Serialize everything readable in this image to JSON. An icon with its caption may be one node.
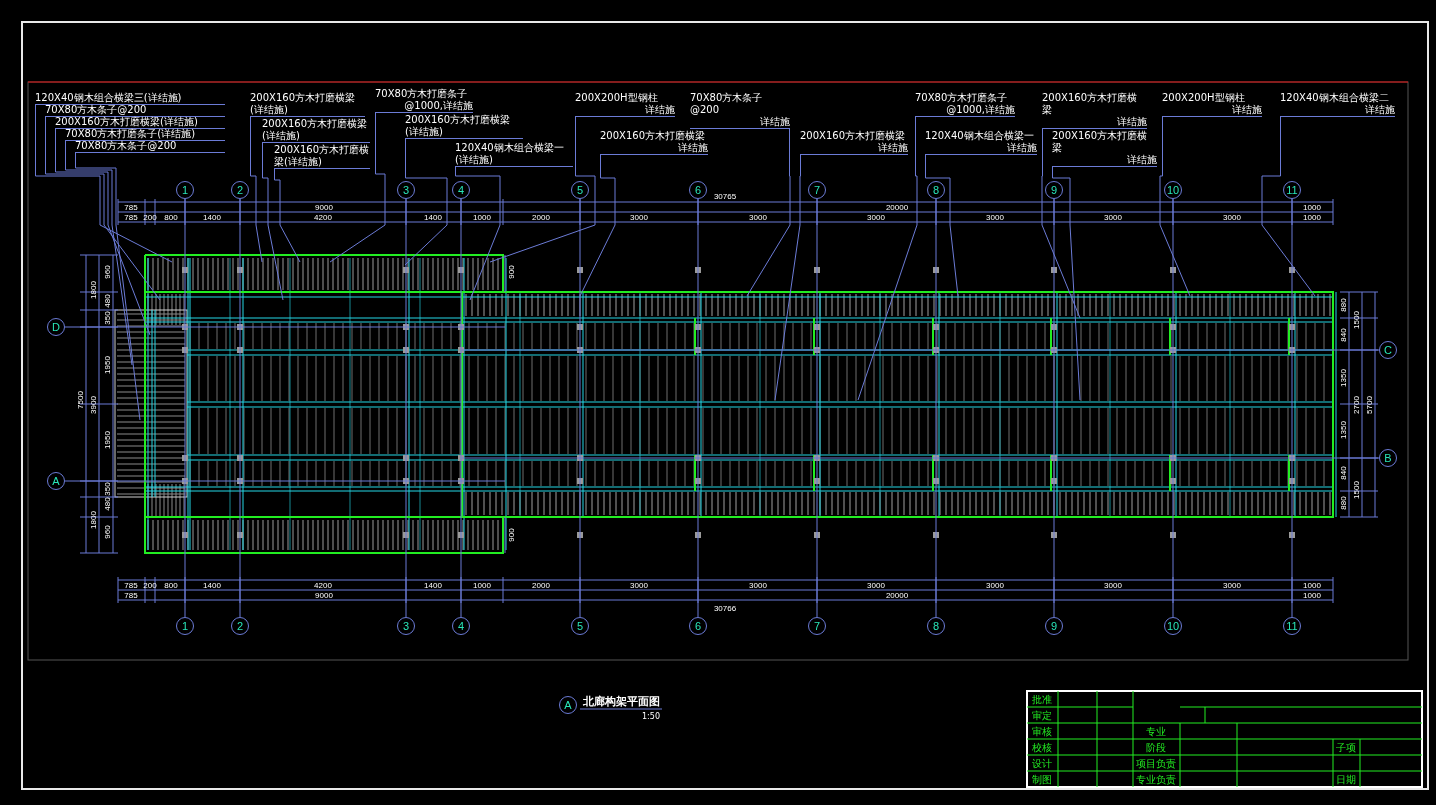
{
  "diagram": {
    "nodes": [
      {
        "text": [
          "120X40钢木组合横梁三(详结施)"
        ]
      },
      {
        "text": [
          "70X80方木条子@200"
        ]
      },
      {
        "text": [
          "200X160方木打磨横梁(详结施)"
        ]
      },
      {
        "text": [
          "70X80方木打磨条子(详结施)"
        ]
      },
      {
        "text": [
          "70X80方木条子@200"
        ]
      },
      {
        "text": [
          "200X160方木打磨横梁(详结施)"
        ]
      },
      {
        "text": [
          "200X160方木打磨横梁(详结施)"
        ]
      },
      {
        "text": [
          "200X160方木打磨横梁(详结施)"
        ]
      },
      {
        "text": [
          "70X80方木打磨条子",
          "@1000,详结施"
        ]
      },
      {
        "text": [
          "200X160方木打磨横梁(详结施)"
        ]
      },
      {
        "text": [
          "120X40钢木组合横梁一(详结施)"
        ]
      },
      {
        "text": [
          "200X200H型钢柱",
          "详结施"
        ]
      },
      {
        "text": [
          "200X160方木打磨横梁",
          "详结施"
        ]
      },
      {
        "text": [
          "70X80方木条子@200",
          "详结施"
        ]
      },
      {
        "text": [
          "200X160方木打磨横梁",
          "详结施"
        ]
      },
      {
        "text": [
          "70X80方木打磨条子",
          "@1000,详结施"
        ]
      },
      {
        "text": [
          "120X40钢木组合横梁一",
          "详结施"
        ]
      },
      {
        "text": [
          "200X160方木打磨横梁",
          "详结施"
        ]
      },
      {
        "text": [
          "200X160方木打磨横梁",
          "详结施"
        ]
      },
      {
        "text": [
          "200X200H型钢柱",
          "详结施"
        ]
      },
      {
        "text": [
          "120X40钢木组合横梁二",
          "详结施"
        ]
      },
      {
        "text": [
          "1"
        ]
      },
      {
        "text": [
          "2"
        ]
      },
      {
        "text": [
          "3"
        ]
      },
      {
        "text": [
          "4"
        ]
      },
      {
        "text": [
          "5"
        ]
      },
      {
        "text": [
          "6"
        ]
      },
      {
        "text": [
          "7"
        ]
      },
      {
        "text": [
          "8"
        ]
      },
      {
        "text": [
          "9"
        ]
      },
      {
        "text": [
          "10"
        ]
      },
      {
        "text": [
          "11"
        ]
      },
      {
        "text": [
          "1"
        ]
      },
      {
        "text": [
          "2"
        ]
      },
      {
        "text": [
          "3"
        ]
      },
      {
        "text": [
          "4"
        ]
      },
      {
        "text": [
          "5"
        ]
      },
      {
        "text": [
          "6"
        ]
      },
      {
        "text": [
          "7"
        ]
      },
      {
        "text": [
          "8"
        ]
      },
      {
        "text": [
          "9"
        ]
      },
      {
        "text": [
          "10"
        ]
      },
      {
        "text": [
          "11"
        ]
      },
      {
        "text": [
          "D"
        ]
      },
      {
        "text": [
          "A"
        ]
      },
      {
        "text": [
          "C"
        ]
      },
      {
        "text": [
          "B"
        ]
      },
      {
        "text": [
          "A"
        ],
        "beside": [
          "北廊构架平面图",
          "1:50"
        ]
      }
    ],
    "edges": [
      {
        "from": 0,
        "to": null,
        "arrow": "none"
      },
      {
        "from": 1,
        "to": null,
        "arrow": "none"
      },
      {
        "from": 2,
        "to": null,
        "arrow": "none"
      },
      {
        "from": 3,
        "to": null,
        "arrow": "none"
      },
      {
        "from": 4,
        "to": null,
        "arrow": "none"
      },
      {
        "from": 5,
        "to": null,
        "arrow": "none"
      },
      {
        "from": 6,
        "to": null,
        "arrow": "none"
      },
      {
        "from": 7,
        "to": null,
        "arrow": "none"
      },
      {
        "from": 8,
        "to": null,
        "arrow": "none"
      },
      {
        "from": 9,
        "to": null,
        "arrow": "none"
      },
      {
        "from": 10,
        "to": null,
        "arrow": "none"
      },
      {
        "from": 11,
        "to": null,
        "arrow": "none"
      },
      {
        "from": 12,
        "to": null,
        "arrow": "none"
      },
      {
        "from": 13,
        "to": null,
        "arrow": "none"
      },
      {
        "from": 14,
        "to": null,
        "arrow": "none"
      },
      {
        "from": 15,
        "to": null,
        "arrow": "none"
      },
      {
        "from": 16,
        "to": null,
        "arrow": "none"
      },
      {
        "from": 17,
        "to": null,
        "arrow": "none"
      },
      {
        "from": 18,
        "to": null,
        "arrow": "none"
      },
      {
        "from": 19,
        "to": null,
        "arrow": "none"
      },
      {
        "from": 20,
        "to": null,
        "arrow": "none"
      },
      {
        "from": 21,
        "to": 32,
        "arrow": "none"
      },
      {
        "from": 22,
        "to": 33,
        "arrow": "none"
      },
      {
        "from": 23,
        "to": 34,
        "arrow": "none"
      },
      {
        "from": 24,
        "to": 35,
        "arrow": "none"
      },
      {
        "from": 25,
        "to": 36,
        "arrow": "none"
      },
      {
        "from": 26,
        "to": 37,
        "arrow": "none"
      },
      {
        "from": 27,
        "to": 38,
        "arrow": "none"
      },
      {
        "from": 28,
        "to": 39,
        "arrow": "none"
      },
      {
        "from": 29,
        "to": 40,
        "arrow": "none"
      },
      {
        "from": 30,
        "to": 41,
        "arrow": "none"
      },
      {
        "from": 31,
        "to": 42,
        "arrow": "none"
      },
      {
        "from": 43,
        "to": null,
        "arrow": "none"
      },
      {
        "from": 44,
        "to": null,
        "arrow": "none"
      },
      {
        "from": 45,
        "to": null,
        "arrow": "none"
      },
      {
        "from": 46,
        "to": null,
        "arrow": "none"
      }
    ],
    "labels": [
      "30765",
      "785",
      "9000",
      "20000",
      "1000",
      "785",
      "200",
      "800",
      "1400",
      "4200",
      "1400",
      "1000",
      "2000",
      "3000",
      "3000",
      "3000",
      "3000",
      "3000",
      "3000",
      "1000",
      "785",
      "200",
      "800",
      "1400",
      "4200",
      "1400",
      "1000",
      "2000",
      "3000",
      "3000",
      "3000",
      "3000",
      "3000",
      "3000",
      "1000",
      "785",
      "9000",
      "20000",
      "1000",
      "30766",
      "7500",
      "1800",
      "3900",
      "1800",
      "960",
      "480",
      "350",
      "1950",
      "1950",
      "350",
      "480",
      "960",
      "880",
      "840",
      "1350",
      "1350",
      "840",
      "880",
      "1500",
      "2700",
      "1500",
      "5700",
      "900",
      "900",
      "批准",
      "审定",
      "审核",
      "专业",
      "校核",
      "阶段",
      "子项",
      "设计",
      "项目负责",
      "制图",
      "专业负责",
      "日期"
    ]
  }
}
